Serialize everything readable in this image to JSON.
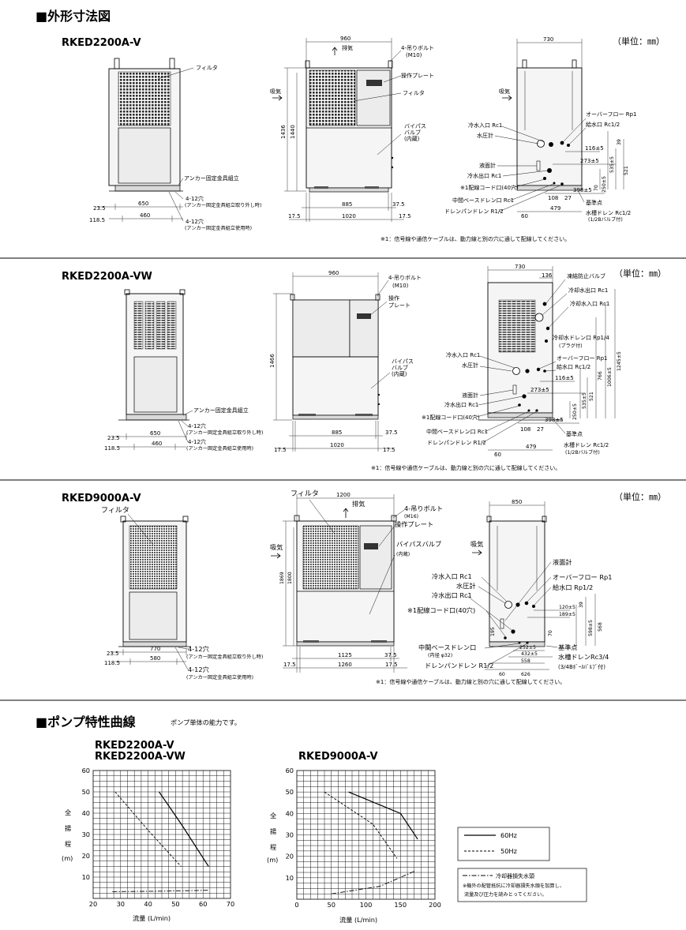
{
  "document": {
    "section1_title": "■外形寸法図",
    "section2_title": "■ポンプ特性曲線",
    "section2_subtitle": "ポンプ単体の能力です。",
    "unit_label": "（単位：㎜）",
    "cable_note": "※1：信号線や通信ケーブルは、動力線と別の穴に通して配線してください。"
  },
  "drawing1": {
    "model": "RKED2200A-V",
    "labels": {
      "filter": "フィルタ",
      "anchor": "アンカー固定金具組立",
      "hole1": "4-12穴",
      "hole1_note": "(アンカー固定金具組立取り外し時)",
      "hole2": "4-12穴",
      "hole2_note": "(アンカー固定金具組立使用時)",
      "exhaust": "排気",
      "intake": "吸気",
      "bolt": "4-吊りボルト",
      "bolt_note": "(M10)",
      "plate": "操作プレート",
      "filter2": "フィルタ",
      "bypass": "バイパス",
      "bypass2": "バルブ",
      "bypass3": "(内蔵)",
      "intake2": "吸気",
      "overflow": "オーバーフロー Rp1",
      "supply": "給水口 Rc1/2",
      "inlet": "冷水入口 Rc1",
      "pgauge": "水圧計",
      "level": "液面計",
      "outlet": "冷水出口 Rc1",
      "cord": "※1配線コード口(40穴)",
      "middrain": "中間ベースドレン口 Rc1",
      "pandrain": "ドレンパンドレン R1/2",
      "ref": "基準点",
      "tankdrain": "水槽ドレン Rc1/2",
      "tankdrain_note": "(1/2Bバルブ付)"
    },
    "dims": {
      "w960": "960",
      "w730": "730",
      "h1436": "1436",
      "h1440": "1440",
      "d23_5": "23.5",
      "d118_5": "118.5",
      "d650": "650",
      "d460": "460",
      "d17_5a": "17.5",
      "d885": "885",
      "d37_5": "37.5",
      "d1020": "1020",
      "d17_5b": "17.5",
      "d60": "60",
      "d479": "479",
      "d398": "398±5",
      "d273": "273±5",
      "d116": "116±5",
      "d108": "108",
      "d27": "27",
      "d39": "39",
      "d535": "535±5",
      "d521": "521",
      "d250": "250±5",
      "d70": "70"
    }
  },
  "drawing2": {
    "model": "RKED2200A-VW",
    "labels": {
      "anchor": "アンカー固定金具組立",
      "hole1": "4-12穴",
      "hole1_note": "(アンカー固定金具組立取り外し時)",
      "hole2": "4-12穴",
      "hole2_note": "(アンカー固定金具組立使用時)",
      "bolt": "4-吊りボルト",
      "bolt_note": "(M10)",
      "plate1": "操作",
      "plate2": "プレート",
      "bypass": "バイパス",
      "bypass2": "バルブ",
      "bypass3": "(内蔵)",
      "freeze": "凍結防止バルブ",
      "coolout": "冷却水出口 Rc1",
      "coolin": "冷却水入口 Rc1",
      "cooldrain": "冷却水ドレン口 Rp1/4",
      "plug": "(プラグ付)",
      "overflow": "オーバーフロー Rp1",
      "supply": "給水口 Rc1/2",
      "inlet": "冷水入口 Rc1",
      "pgauge": "水圧計",
      "level": "液面計",
      "outlet": "冷水出口 Rc1",
      "cord": "※1配線コード口(40穴)",
      "middrain": "中間ベースドレン口 Rc1",
      "pandrain": "ドレンパンドレン R1/2",
      "ref": "基準点",
      "tankdrain": "水槽ドレン Rc1/2",
      "tankdrain_note": "(1/2Bバルブ付)"
    },
    "dims": {
      "w960": "960",
      "w730": "730",
      "d136": "136",
      "h1466": "1466",
      "d23_5": "23.5",
      "d118_5": "118.5",
      "d650": "650",
      "d460": "460",
      "d17_5a": "17.5",
      "d885": "885",
      "d37_5": "37.5",
      "d1020": "1020",
      "d17_5b": "17.5",
      "d60": "60",
      "d479": "479",
      "d398": "398±5",
      "d273": "273±5",
      "d116": "116±5",
      "d108": "108",
      "d27": "27",
      "d535": "535±5",
      "d521": "521",
      "d766": "766",
      "d1006": "1006±5",
      "d1245": "1245±5",
      "d250": "250±5"
    }
  },
  "drawing3": {
    "model": "RKED9000A-V",
    "labels": {
      "filter": "フィルタ",
      "filter2": "フィルタ",
      "exhaust": "排気",
      "bolt": "4-吊りボルト",
      "bolt_note": "(M16)",
      "plate": "操作プレート",
      "intake": "吸気",
      "bypass": "バイパスバルブ",
      "bypass_note": "(内蔵)",
      "intake2": "吸気",
      "level": "液面計",
      "overflow": "オーバーフロー Rp1",
      "supply": "給水口 Rp1/2",
      "inlet": "冷水入口 Rc1",
      "pgauge": "水圧計",
      "outlet": "冷水出口 Rc1",
      "cord": "※1配線コード口(40穴)",
      "middrain": "中間ベースドレン口",
      "middrain_note": "(内径 φ32)",
      "pandrain": "ドレンパンドレン R1/2",
      "ref": "基準点",
      "tankdrain": "水槽ドレンRc3/4",
      "tankdrain_note": "(3/4Bﾎﾞｰﾙﾊﾞﾙﾌﾞ付)",
      "hole1": "4-12穴",
      "hole1_note": "(アンカー固定金具組立取り外し時)",
      "hole2": "4-12穴",
      "hole2_note": "(アンカー固定金具組立使用時)"
    },
    "dims": {
      "w1200": "1200",
      "w850": "850",
      "h1869": "1869",
      "h1800": "1800",
      "d23_5": "23.5",
      "d118_5": "118.5",
      "d770": "770",
      "d580": "580",
      "d17_5a": "17.5",
      "d1125": "1125",
      "d37_5": "37.5",
      "d1260": "1260",
      "d17_5b": "17.5",
      "d60": "60",
      "d626": "626",
      "d558": "558",
      "d432": "432±5",
      "d252": "252±5",
      "d120": "120±5",
      "d189": "189±5",
      "d598": "598±5",
      "d568": "568",
      "d39": "39",
      "d195": "195",
      "d70": "70"
    }
  },
  "pump_charts": {
    "chart1_title_a": "RKED2200A-V",
    "chart1_title_b": "RKED2200A-VW",
    "chart2_title": "RKED9000A-V",
    "ylabel_chars": [
      "全",
      "揚",
      "程",
      "(m)"
    ],
    "xlabel": "流量 (L/min)",
    "legend": {
      "hz60": "60Hz",
      "hz50": "50Hz",
      "loss": "冷却器損失水頭",
      "note1": "※機外の配管抵抗に冷却器損失水頭を加算し、",
      "note2": "流量及び圧力を読みとってください。"
    }
  },
  "chart_data": [
    {
      "type": "line",
      "title": "RKED2200A-V / RKED2200A-VW",
      "xlabel": "流量 (L/min)",
      "ylabel": "全揚程 (m)",
      "xlim": [
        20,
        70
      ],
      "ylim": [
        0,
        60
      ],
      "xticks": [
        20,
        30,
        40,
        50,
        60,
        70
      ],
      "yticks": [
        10,
        20,
        30,
        40,
        50,
        60
      ],
      "grid": true,
      "series": [
        {
          "name": "60Hz",
          "style": "solid",
          "x": [
            44,
            52,
            62
          ],
          "y": [
            50,
            35,
            15
          ]
        },
        {
          "name": "50Hz",
          "style": "dashed",
          "x": [
            28,
            40,
            52
          ],
          "y": [
            50,
            32,
            15
          ]
        },
        {
          "name": "冷却器損失水頭",
          "style": "dashdot",
          "x": [
            27,
            45,
            62
          ],
          "y": [
            3.2,
            3.4,
            3.8
          ]
        }
      ]
    },
    {
      "type": "line",
      "title": "RKED9000A-V",
      "xlabel": "流量 (L/min)",
      "ylabel": "全揚程 (m)",
      "xlim": [
        0,
        200
      ],
      "ylim": [
        0,
        60
      ],
      "xticks": [
        0,
        50,
        100,
        150,
        200
      ],
      "yticks": [
        10,
        20,
        30,
        40,
        50,
        60
      ],
      "grid": true,
      "series": [
        {
          "name": "60Hz",
          "style": "solid",
          "x": [
            75,
            150,
            175
          ],
          "y": [
            50,
            40,
            28
          ]
        },
        {
          "name": "50Hz",
          "style": "dashed",
          "x": [
            40,
            110,
            145
          ],
          "y": [
            50,
            35,
            19
          ]
        },
        {
          "name": "冷却器損失水頭",
          "style": "dashdot",
          "x": [
            50,
            120,
            170
          ],
          "y": [
            2.5,
            6,
            13
          ]
        }
      ]
    }
  ]
}
